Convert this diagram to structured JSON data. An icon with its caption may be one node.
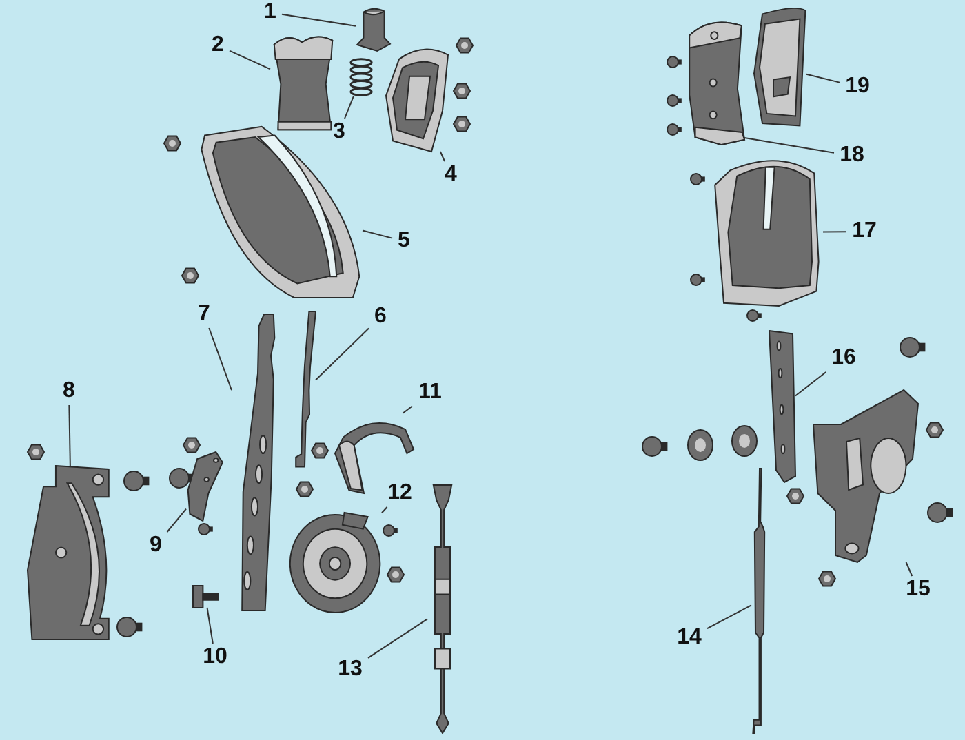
{
  "diagram": {
    "nodes": [
      {
        "text": [
          "1"
        ]
      },
      {
        "text": [
          "2"
        ]
      },
      {
        "text": [
          "3"
        ]
      },
      {
        "text": [
          "4"
        ]
      },
      {
        "text": [
          "5"
        ]
      },
      {
        "text": [
          "6"
        ]
      },
      {
        "text": [
          "7"
        ]
      },
      {
        "text": [
          "8"
        ]
      },
      {
        "text": [
          "9"
        ]
      },
      {
        "text": [
          "10"
        ]
      },
      {
        "text": [
          "11"
        ]
      },
      {
        "text": [
          "12"
        ]
      },
      {
        "text": [
          "13"
        ]
      },
      {
        "text": [
          "14"
        ]
      },
      {
        "text": [
          "15"
        ]
      },
      {
        "text": [
          "16"
        ]
      },
      {
        "text": [
          "17"
        ]
      },
      {
        "text": [
          "18"
        ]
      },
      {
        "text": [
          "19"
        ]
      },
      {
        "text": [],
        "shape": "picture"
      },
      {
        "text": [],
        "shape": "picture"
      },
      {
        "text": [],
        "shape": "picture"
      },
      {
        "text": [],
        "shape": "picture"
      },
      {
        "text": [],
        "shape": "picture"
      },
      {
        "text": [],
        "shape": "picture"
      },
      {
        "text": [],
        "shape": "picture"
      },
      {
        "text": [],
        "shape": "picture"
      },
      {
        "text": [],
        "shape": "picture"
      },
      {
        "text": [],
        "shape": "picture"
      },
      {
        "text": [],
        "shape": "picture"
      },
      {
        "text": [],
        "shape": "picture"
      },
      {
        "text": [],
        "shape": "picture"
      },
      {
        "text": [],
        "shape": "picture"
      },
      {
        "text": [],
        "shape": "picture"
      },
      {
        "text": [],
        "shape": "picture"
      },
      {
        "text": [],
        "shape": "picture"
      },
      {
        "text": [],
        "shape": "picture"
      },
      {
        "text": [],
        "shape": "picture"
      }
    ],
    "edges": [
      {
        "from": 0,
        "to": 19,
        "arrow": "none"
      },
      {
        "from": 1,
        "to": 20,
        "arrow": "none"
      },
      {
        "from": 2,
        "to": 21,
        "arrow": "none"
      },
      {
        "from": 3,
        "to": 22,
        "arrow": "none"
      },
      {
        "from": 4,
        "to": 23,
        "arrow": "none"
      },
      {
        "from": 5,
        "to": 24,
        "arrow": "none"
      },
      {
        "from": 6,
        "to": 25,
        "arrow": "none"
      },
      {
        "from": 7,
        "to": 26,
        "arrow": "none"
      },
      {
        "from": 8,
        "to": 27,
        "arrow": "none"
      },
      {
        "from": 9,
        "to": 28,
        "arrow": "none"
      },
      {
        "from": 10,
        "to": 29,
        "arrow": "none"
      },
      {
        "from": 11,
        "to": 30,
        "arrow": "none"
      },
      {
        "from": 12,
        "to": 31,
        "arrow": "none"
      },
      {
        "from": 13,
        "to": 32,
        "arrow": "none"
      },
      {
        "from": 14,
        "to": 33,
        "arrow": "none"
      },
      {
        "from": 15,
        "to": 34,
        "arrow": "none"
      },
      {
        "from": 16,
        "to": 35,
        "arrow": "none"
      },
      {
        "from": 17,
        "to": 36,
        "arrow": "none"
      },
      {
        "from": 18,
        "to": 37,
        "arrow": "none"
      }
    ]
  }
}
